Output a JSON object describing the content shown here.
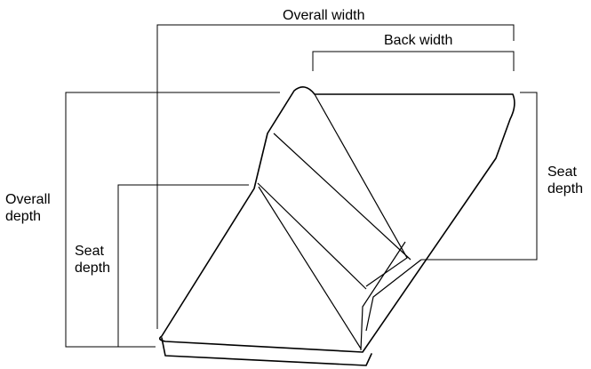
{
  "labels": {
    "overall_width": "Overall width",
    "back_width": "Back width",
    "overall_depth_line1": "Overall",
    "overall_depth_line2": "depth",
    "seat_depth_left_line1": "Seat",
    "seat_depth_left_line2": "depth",
    "seat_depth_right_line1": "Seat",
    "seat_depth_right_line2": "depth"
  }
}
